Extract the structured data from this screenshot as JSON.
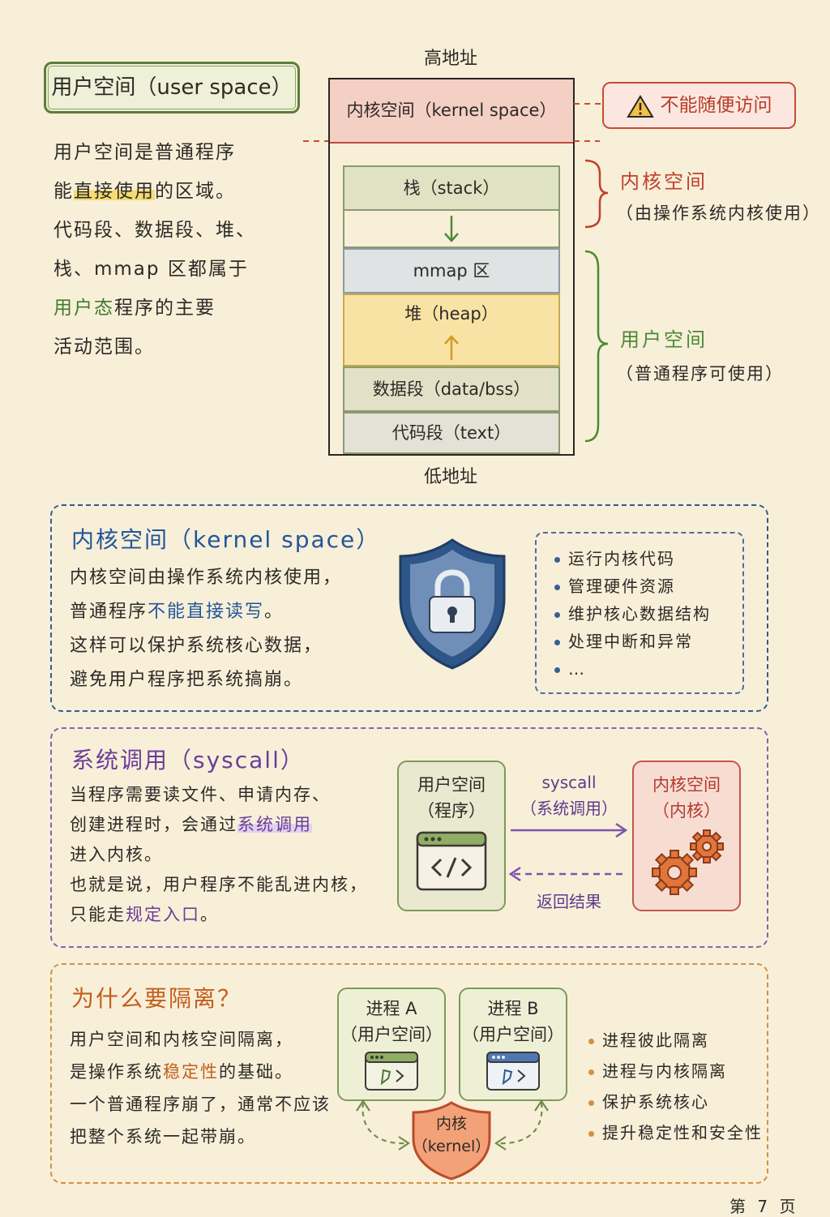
{
  "user_space": {
    "title": "用户空间（user space）",
    "desc": {
      "l1": "用户空间是普通程序",
      "l2a": "能",
      "l2b": "直接使用",
      "l2c": "的区域。",
      "l3": "代码段、数据段、堆、",
      "l4": "栈、mmap 区都属于",
      "l5a": "用户态",
      "l5b": "程序的主要",
      "l6": "活动范围。"
    }
  },
  "memory_layout": {
    "high_addr": "高地址",
    "low_addr": "低地址",
    "kernel_segment": "内核空间（kernel space）",
    "segments": {
      "stack": "栈（stack）",
      "mmap": "mmap 区",
      "heap": "堆（heap）",
      "data": "数据段（data/bss）",
      "text": "代码段（text）"
    },
    "warning": "不能随便访问",
    "brace_kernel": {
      "title": "内核空间",
      "sub": "（由操作系统内核使用）"
    },
    "brace_user": {
      "title": "用户空间",
      "sub": "（普通程序可使用）"
    }
  },
  "kernel_panel": {
    "title": "内核空间（kernel space）",
    "l1": "内核空间由操作系统内核使用，",
    "l2a": "普通程序",
    "l2b": "不能直接读写",
    "l2c": "。",
    "l3": "这样可以保护系统核心数据，",
    "l4": "避免用户程序把系统搞崩。",
    "bullets": [
      "运行内核代码",
      "管理硬件资源",
      "维护核心数据结构",
      "处理中断和异常",
      "…"
    ]
  },
  "syscall_panel": {
    "title": "系统调用（syscall）",
    "l1": "当程序需要读文件、申请内存、",
    "l2a": "创建进程时，会通过",
    "l2b": "系统调用",
    "l3": "进入内核。",
    "l4": "也就是说，用户程序不能乱进内核，",
    "l5a": "只能走",
    "l5b": "规定入口",
    "l5c": "。",
    "user_node": {
      "l1": "用户空间",
      "l2": "（程序）"
    },
    "kernel_node": {
      "l1": "内核空间",
      "l2": "（内核）"
    },
    "arrow_top_l1": "syscall",
    "arrow_top_l2": "（系统调用）",
    "arrow_bottom": "返回结果"
  },
  "isolation_panel": {
    "title": "为什么要隔离？",
    "l1": "用户空间和内核空间隔离，",
    "l2a": "是操作系统",
    "l2b": "稳定性",
    "l2c": "的基础。",
    "l3": "一个普通程序崩了，通常不应该",
    "l4": "把整个系统一起带崩。",
    "proc_a": {
      "l1": "进程 A",
      "l2": "（用户空间）"
    },
    "proc_b": {
      "l1": "进程 B",
      "l2": "（用户空间）"
    },
    "kernel_shield": {
      "l1": "内核",
      "l2": "（kernel）"
    },
    "bullets": [
      "进程彼此隔离",
      "进程与内核隔离",
      "保护系统核心",
      "提升稳定性和安全性"
    ]
  },
  "page_number": "第 7 页",
  "colors": {
    "background": "#f8efd9",
    "kernel_red": "#c0402c",
    "user_green": "#4b8a33",
    "kernel_blue": "#21569a",
    "syscall_purple": "#6a3d98",
    "isolation_orange": "#c25e1d"
  }
}
